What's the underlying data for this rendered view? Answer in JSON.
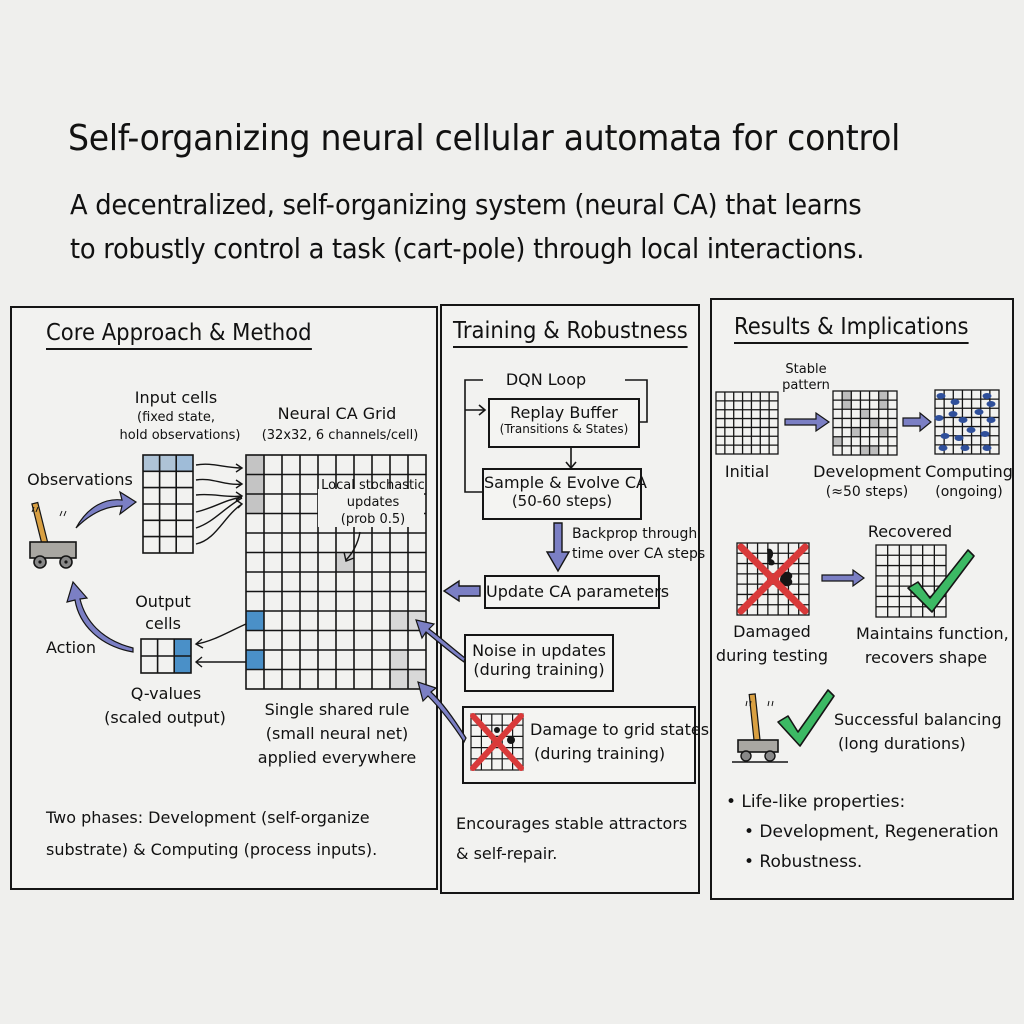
{
  "header": {
    "title": "Self-organizing neural cellular automata for control",
    "subtitle_line1": "A decentralized, self-organizing system (neural CA) that learns",
    "subtitle_line2": "to robustly control a task (cart-pole) through local interactions."
  },
  "colors": {
    "background": "#efefed",
    "ink": "#151515",
    "arrow_purple": "#7b7fc4",
    "cell_blue": "#4a90c8",
    "cell_gray": "#bdbdbd",
    "cross_red": "#d93a3a",
    "check_green": "#3cb964",
    "pole_orange": "#d9a042"
  },
  "panel_core": {
    "title": "Core Approach & Method",
    "input_cells_title": "Input cells",
    "input_cells_note1": "(fixed state,",
    "input_cells_note2": "hold observations)",
    "grid_title": "Neural CA Grid",
    "grid_note": "(32x32, 6 channels/cell)",
    "observations_label": "Observations",
    "stochastic_line1": "Local stochastic",
    "stochastic_line2": "updates",
    "stochastic_line3": "(prob 0.5)",
    "output_cells_line1": "Output",
    "output_cells_line2": "cells",
    "action_label": "Action",
    "qvalues_line1": "Q-values",
    "qvalues_line2": "(scaled output)",
    "rule_line1": "Single shared rule",
    "rule_line2": "(small neural net)",
    "rule_line3": "applied everywhere",
    "phases_line1": "Two phases: Development (self-organize",
    "phases_line2": "substrate) & Computing (process inputs)."
  },
  "panel_training": {
    "title": "Training & Robustness",
    "loop_label": "DQN Loop",
    "replay_title": "Replay Buffer",
    "replay_note": "(Transitions & States)",
    "sample_title": "Sample & Evolve CA",
    "sample_note": "(50-60 steps)",
    "backprop_line1": "Backprop through",
    "backprop_line2": "time over CA steps",
    "update_label": "Update CA parameters",
    "noise_line1": "Noise in updates",
    "noise_line2": "(during training)",
    "damage_line1": "Damage to grid states",
    "damage_line2": "(during training)",
    "encourages_line1": "Encourages stable attractors",
    "encourages_line2": "& self-repair."
  },
  "panel_results": {
    "title": "Results & Implications",
    "stable_line1": "Stable",
    "stable_line2": "pattern",
    "initial_label": "Initial",
    "development_line1": "Development",
    "development_line2": "(≈50 steps)",
    "computing_line1": "Computing",
    "computing_line2": "(ongoing)",
    "recovered_label": "Recovered",
    "damaged_line1": "Damaged",
    "damaged_line2": "during testing",
    "maintains_line1": "Maintains function,",
    "maintains_line2": "recovers shape",
    "balancing_line1": "Successful balancing",
    "balancing_line2": "(long durations)",
    "bullets": {
      "main": "• Life-like properties:",
      "sub1": "• Development, Regeneration",
      "sub2": "• Robustness."
    }
  }
}
